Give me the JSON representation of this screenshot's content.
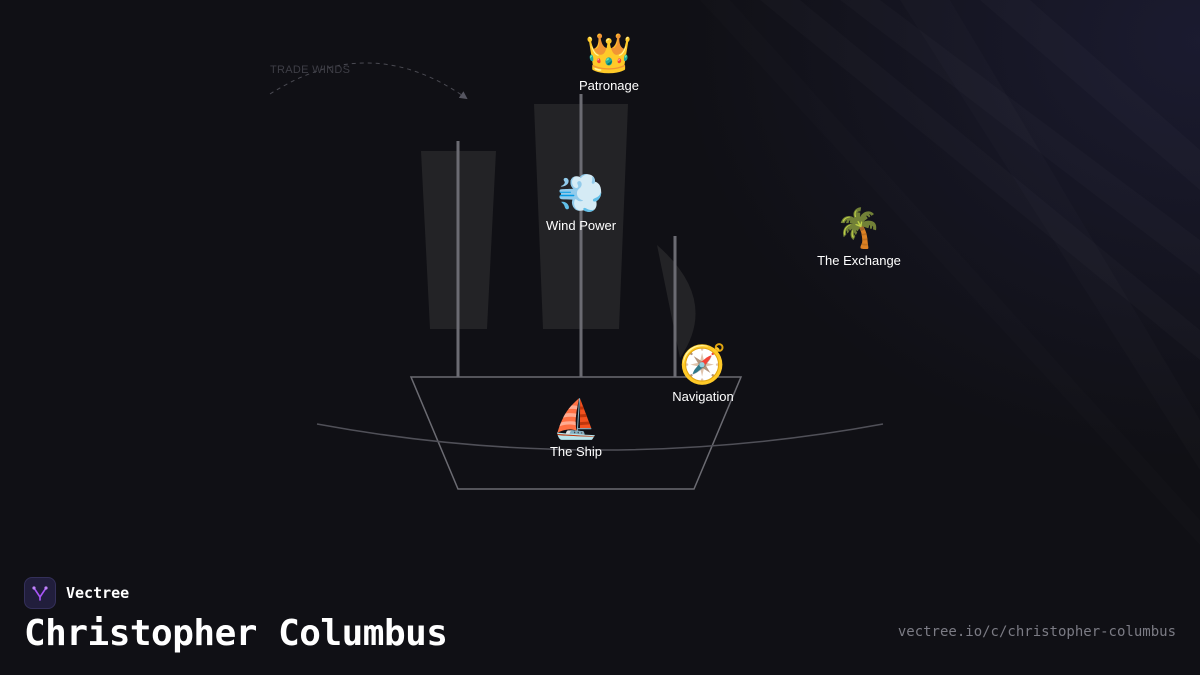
{
  "diagram": {
    "annotation": "TRADE WINDS",
    "nodes": [
      {
        "id": "patronage",
        "emoji": "👑",
        "icon_name": "crown-icon",
        "label": "Patronage"
      },
      {
        "id": "wind-power",
        "emoji": "💨",
        "icon_name": "wind-icon",
        "label": "Wind Power"
      },
      {
        "id": "exchange",
        "emoji": "🌴",
        "icon_name": "palm-tree-icon",
        "label": "The Exchange"
      },
      {
        "id": "navigation",
        "emoji": "🧭",
        "icon_name": "compass-icon",
        "label": "Navigation"
      },
      {
        "id": "ship",
        "emoji": "⛵",
        "icon_name": "sailboat-icon",
        "label": "The Ship"
      }
    ]
  },
  "brand": {
    "name": "Vectree",
    "logo_icon": "vectree-logo-icon",
    "accent": "#a855f7"
  },
  "page": {
    "title": "Christopher Columbus",
    "url": "vectree.io/c/christopher-columbus"
  }
}
